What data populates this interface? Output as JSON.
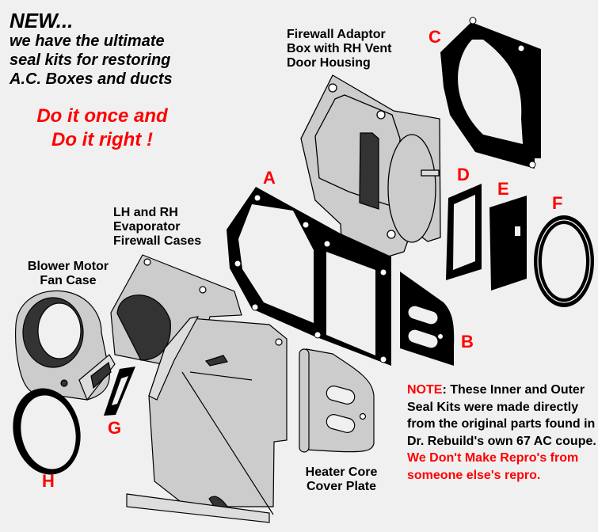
{
  "headline": {
    "new": "NEW...",
    "lines": [
      "we have the ultimate",
      "seal kits for restoring",
      "A.C. Boxes and ducts"
    ]
  },
  "slogan": [
    "Do it once and",
    "Do it right !"
  ],
  "parts": {
    "firewall_adaptor": [
      "Firewall Adaptor",
      "Box with RH Vent",
      "Door Housing"
    ],
    "evaporator_cases": [
      "LH and RH",
      "Evaporator",
      "Firewall Cases"
    ],
    "blower_motor": [
      "Blower Motor",
      "Fan Case"
    ],
    "heater_core": [
      "Heater Core",
      "Cover Plate"
    ]
  },
  "seal_letters": [
    "A",
    "B",
    "C",
    "D",
    "E",
    "F",
    "G",
    "H"
  ],
  "note": {
    "label": "NOTE",
    "colon": ":",
    "text1": " These Inner and Outer Seal Kits were made directly from the original parts found in Dr. Rebuild's own 67 AC coupe. ",
    "text2": "We Don't Make Repro's from someone else's repro."
  },
  "colors": {
    "accent": "#ff0000",
    "part_fill": "#cccccc",
    "seal": "#000000",
    "background": "#f0f0f0"
  }
}
